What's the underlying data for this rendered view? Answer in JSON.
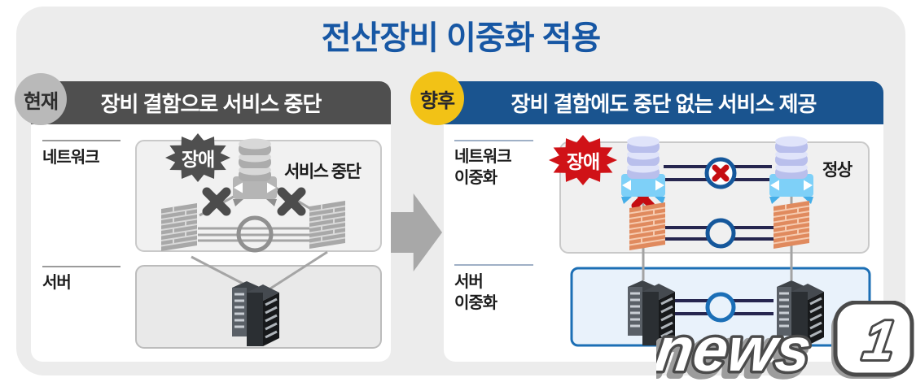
{
  "title": "전산장비 이중화 적용",
  "left": {
    "badge": "현재",
    "header": "장비 결함으로 서비스 중단",
    "row1_label": "네트워크",
    "row2_label": "서버",
    "fault": "장애",
    "caption": "서비스 중단"
  },
  "right": {
    "badge": "향후",
    "header": "장비 결함에도 중단 없는 서비스 제공",
    "row1_label_line1": "네트워크",
    "row1_label_line2": "이중화",
    "row2_label_line1": "서버",
    "row2_label_line2": "이중화",
    "fault": "장애",
    "status": "정상"
  },
  "watermark": {
    "brand": "news",
    "numeral": "1"
  },
  "colors": {
    "title_blue": "#1757a4",
    "header_gray": "#4f4f4f",
    "header_blue": "#1a548f",
    "badge_gray": "#b9b9b9",
    "badge_yellow": "#f2c216",
    "fault_red": "#d01217",
    "line_navy": "#26264f",
    "ring_blue": "#15579b",
    "server_box_blue": "#1c6fb5",
    "switch_base_blue": "#7ed0f8",
    "firewall_orange": "#e08a5e"
  }
}
